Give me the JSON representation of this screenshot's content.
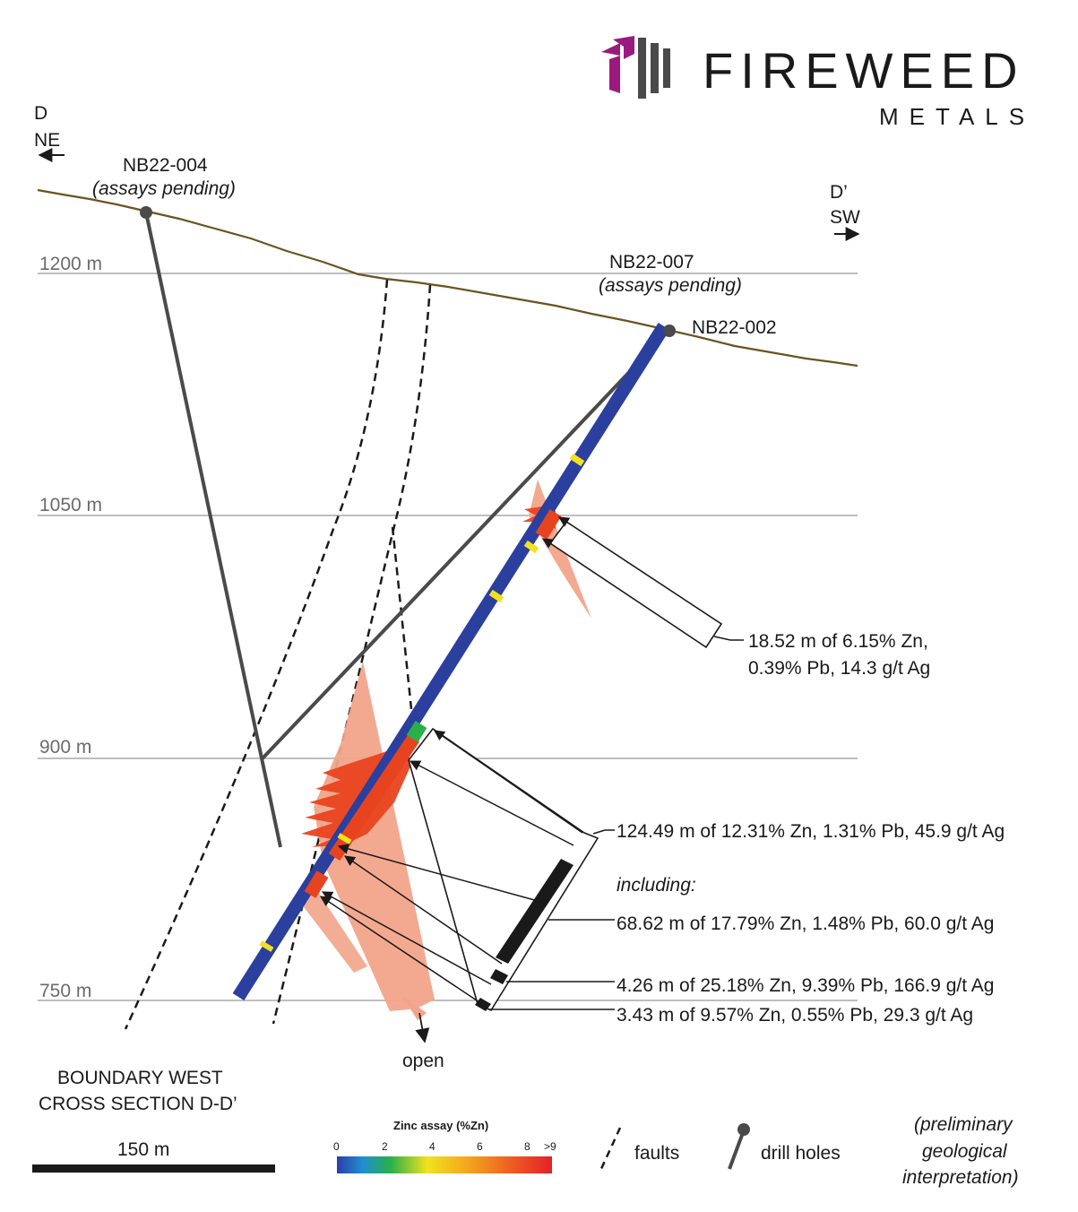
{
  "brand": {
    "name": "FIREWEED",
    "sub": "METALS",
    "colors": {
      "magenta": "#9b1a7e",
      "grey": "#4a4a4a"
    }
  },
  "orientation": {
    "left_letter": "D",
    "left_dir": "NE",
    "right_letter": "D’",
    "right_dir": "SW"
  },
  "elevations": [
    "1200 m",
    "1050 m",
    "900 m",
    "750 m"
  ],
  "drill_holes": {
    "nb22_004": {
      "name": "NB22-004",
      "status": "(assays pending)"
    },
    "nb22_007": {
      "name": "NB22-007",
      "status": "(assays pending)"
    },
    "nb22_002": {
      "name": "NB22-002"
    }
  },
  "intercepts": {
    "upper_line1": "18.52 m of 6.15% Zn,",
    "upper_line2": "0.39% Pb, 14.3 g/t Ag",
    "main": "124.49 m of 12.31% Zn, 1.31% Pb, 45.9 g/t Ag",
    "including": "including:",
    "sub1": "68.62 m of 17.79% Zn, 1.48% Pb, 60.0 g/t Ag",
    "sub2": "4.26 m of 25.18% Zn, 9.39% Pb, 166.9 g/t Ag",
    "sub3": "3.43 m of 9.57% Zn, 0.55% Pb, 29.3 g/t Ag"
  },
  "open_label": "open",
  "section_title": {
    "line1": "BOUNDARY WEST",
    "line2": "CROSS SECTION D-D’"
  },
  "scale_bar": "150 m",
  "zinc_scale": {
    "title": "Zinc assay (%Zn)",
    "ticks": [
      "0",
      "2",
      "4",
      "6",
      "8",
      ">9"
    ]
  },
  "legend": {
    "faults": "faults",
    "drill_holes": "drill holes",
    "note_line1": "(preliminary",
    "note_line2": "geological",
    "note_line3": "interpretation)"
  },
  "colors": {
    "topography": "#6b5320",
    "drill_core": "#2b3f9e",
    "mineral_halo": "#f2a48a",
    "mineral_core": "#e8431f",
    "hole_trace": "#4a4a4a"
  }
}
